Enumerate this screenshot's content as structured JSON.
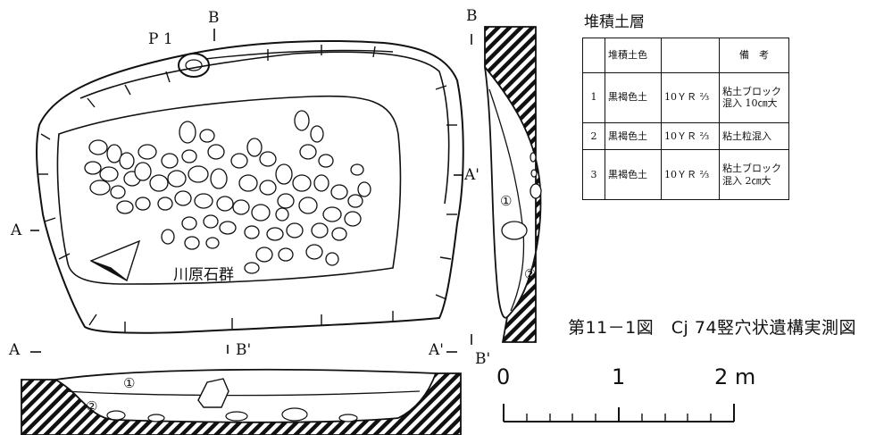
{
  "plan": {
    "label_p1": "P 1",
    "label_b_top": "B",
    "label_a_left": "A",
    "label_a_prime": "A'",
    "label_stones": "川原石群"
  },
  "section_b": {
    "label_b": "B",
    "label_b_prime": "B'",
    "layer1": "①",
    "layer2": "②"
  },
  "section_a": {
    "label_a": "A",
    "label_b_prime": "B'",
    "label_a_prime": "A'",
    "layer1": "①",
    "layer2": "②"
  },
  "strata": {
    "title": "堆積土層",
    "headers": [
      "",
      "堆積土色",
      "",
      "備　考"
    ],
    "rows": [
      [
        "1",
        "黒褐色土",
        "10ＹＲ ⅔",
        "粘土ブロック混入 10㎝大"
      ],
      [
        "2",
        "黒褐色土",
        "10ＹＲ ⅔",
        "粘土粒混入"
      ],
      [
        "3",
        "黒褐色土",
        "10ＹＲ ⅔",
        "粘土ブロック混入 2㎝大"
      ]
    ]
  },
  "caption": "第11－1図　Cj 74竪穴状遺構実測図",
  "scale": {
    "labels": [
      "0",
      "1",
      "2 m"
    ]
  }
}
